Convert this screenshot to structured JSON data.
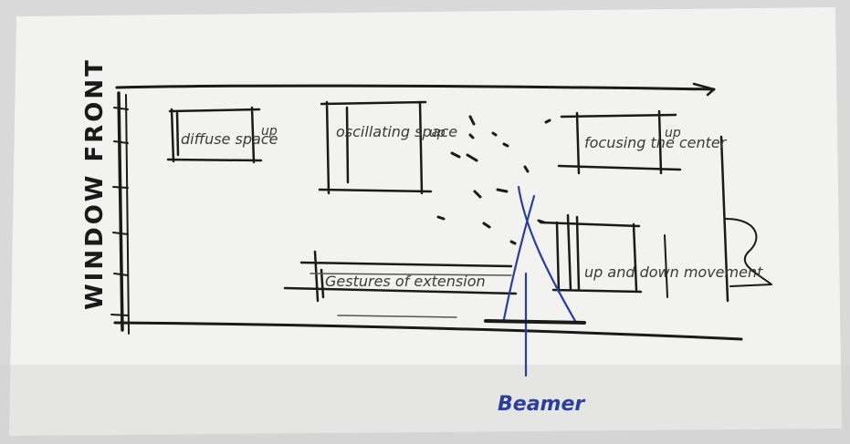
{
  "labels": {
    "wall": "WINDOW FRONT",
    "diffuse": "diffuse space",
    "diffuse_note": "up",
    "oscillating": "oscillating space",
    "oscillating_note": "up",
    "focusing": "focusing the center",
    "focusing_note": "up",
    "gestures": "Gestures of extension",
    "updown": "up and down movement",
    "beamer": "Beamer"
  },
  "colors": {
    "paper": "#f2f2f0",
    "ink": "#1a1a1a",
    "pencil": "#555555",
    "beamer": "#2a3f9d"
  }
}
